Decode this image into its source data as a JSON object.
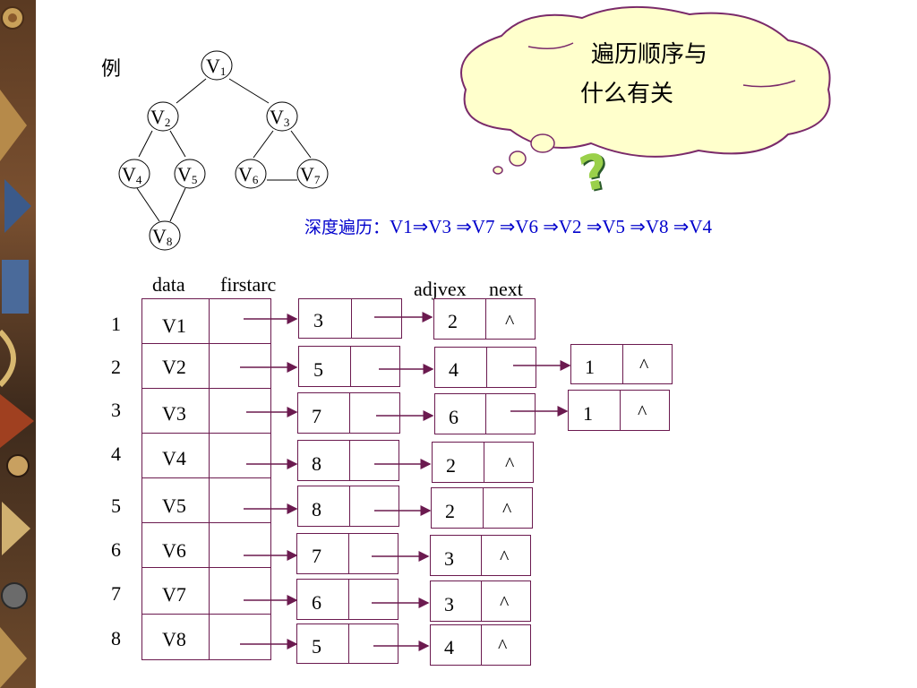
{
  "example_label": "例",
  "graph": {
    "nodes": [
      {
        "id": "v1",
        "letter": "V",
        "sub": "1"
      },
      {
        "id": "v2",
        "letter": "V",
        "sub": "2"
      },
      {
        "id": "v3",
        "letter": "V",
        "sub": "3"
      },
      {
        "id": "v4",
        "letter": "V",
        "sub": "4"
      },
      {
        "id": "v5",
        "letter": "V",
        "sub": "5"
      },
      {
        "id": "v6",
        "letter": "V",
        "sub": "6"
      },
      {
        "id": "v7",
        "letter": "V",
        "sub": "7"
      },
      {
        "id": "v8",
        "letter": "V",
        "sub": "8"
      }
    ],
    "edges": [
      [
        "v1",
        "v2"
      ],
      [
        "v1",
        "v3"
      ],
      [
        "v2",
        "v4"
      ],
      [
        "v2",
        "v5"
      ],
      [
        "v3",
        "v6"
      ],
      [
        "v3",
        "v7"
      ],
      [
        "v6",
        "v7"
      ],
      [
        "v4",
        "v8"
      ],
      [
        "v5",
        "v8"
      ]
    ]
  },
  "thought_bubble": {
    "line1": "遍历顺序与",
    "line2": "什么有关",
    "question_mark": "?"
  },
  "traversal": {
    "prefix": "深度遍历：",
    "sequence": "V1⇒V3 ⇒V7 ⇒V6 ⇒V2 ⇒V5 ⇒V8 ⇒V4"
  },
  "headers": {
    "data": "data",
    "firstarc": "firstarc",
    "adjvex": "adjvex",
    "next": "next"
  },
  "rows": [
    {
      "index": "1",
      "data": "V1",
      "arc1": {
        "adjvex": "3"
      },
      "arc2": {
        "adjvex": "2",
        "next": "^"
      }
    },
    {
      "index": "2",
      "data": "V2",
      "arc1": {
        "adjvex": "5"
      },
      "arc2": {
        "adjvex": "4"
      },
      "arc3": {
        "adjvex": "1",
        "next": "^"
      }
    },
    {
      "index": "3",
      "data": "V3",
      "arc1": {
        "adjvex": "7"
      },
      "arc2": {
        "adjvex": "6"
      },
      "arc3": {
        "adjvex": "1",
        "next": "^"
      }
    },
    {
      "index": "4",
      "data": "V4",
      "arc1": {
        "adjvex": "8"
      },
      "arc2": {
        "adjvex": "2",
        "next": "^"
      }
    },
    {
      "index": "5",
      "data": "V5",
      "arc1": {
        "adjvex": "8"
      },
      "arc2": {
        "adjvex": "2",
        "next": "^"
      }
    },
    {
      "index": "6",
      "data": "V6",
      "arc1": {
        "adjvex": "7"
      },
      "arc2": {
        "adjvex": "3",
        "next": "^"
      }
    },
    {
      "index": "7",
      "data": "V7",
      "arc1": {
        "adjvex": "6"
      },
      "arc2": {
        "adjvex": "3",
        "next": "^"
      }
    },
    {
      "index": "8",
      "data": "V8",
      "arc1": {
        "adjvex": "5"
      },
      "arc2": {
        "adjvex": "4",
        "next": "^"
      }
    }
  ]
}
